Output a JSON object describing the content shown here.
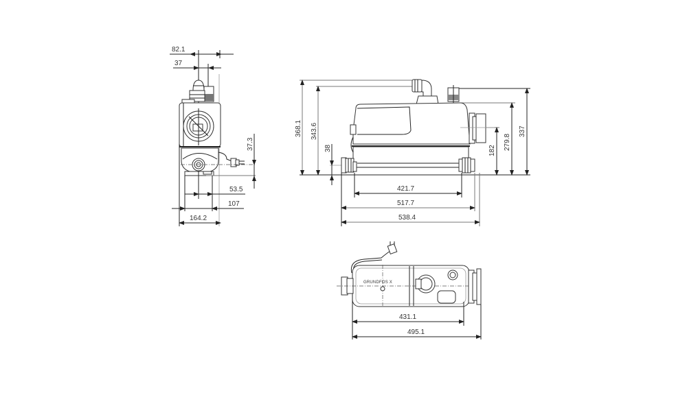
{
  "drawing": {
    "type": "technical dimensional drawing",
    "units": "mm",
    "views": {
      "side": {
        "dimensions": {
          "top_width": "82.1",
          "top_offset": "37",
          "inlet_height": "37.3",
          "half_base": "53.5",
          "base_width": "107",
          "overall_width": "164.2"
        }
      },
      "front": {
        "dimensions": {
          "overall_height": "368.1",
          "outlet_height": "343.6",
          "inlet_low_height": "38",
          "inlet_side_height": "182",
          "body_height": "279.8",
          "vent_height": "337",
          "inner_width": "421.7",
          "mid_width": "517.7",
          "overall_length": "538.4"
        }
      },
      "top": {
        "logo": "GRUNDFOS X",
        "dimensions": {
          "inner_length": "431.1",
          "overall_length": "495.1"
        }
      }
    }
  }
}
